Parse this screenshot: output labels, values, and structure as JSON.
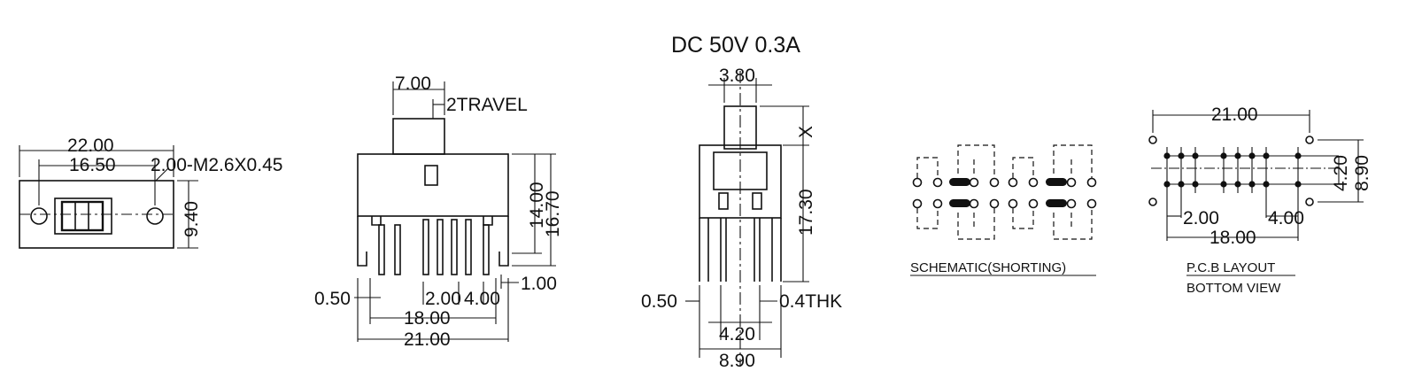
{
  "rating": "DC  50V  0.3A",
  "top_view": {
    "dims": [
      "22.00",
      "16.50",
      "2.00-M2.6X0.45",
      "9.40"
    ]
  },
  "front_view": {
    "dims": [
      "7.00",
      "2TRAVEL",
      "14.00",
      "16.70",
      "1.00",
      "0.50",
      "2.00",
      "4.00",
      "18.00",
      "21.00"
    ]
  },
  "side_view": {
    "dims": [
      "3.80",
      "X",
      "17.30",
      "0.50",
      "0.4THK",
      "4.20",
      "8.90"
    ]
  },
  "schematic": {
    "caption": "SCHEMATIC(SHORTING)"
  },
  "pcb": {
    "caption_line1": "P.C.B LAYOUT",
    "caption_line2": "BOTTOM VIEW",
    "dims": [
      "21.00",
      "4.20",
      "8.90",
      "2.00",
      "4.00",
      "18.00"
    ]
  }
}
